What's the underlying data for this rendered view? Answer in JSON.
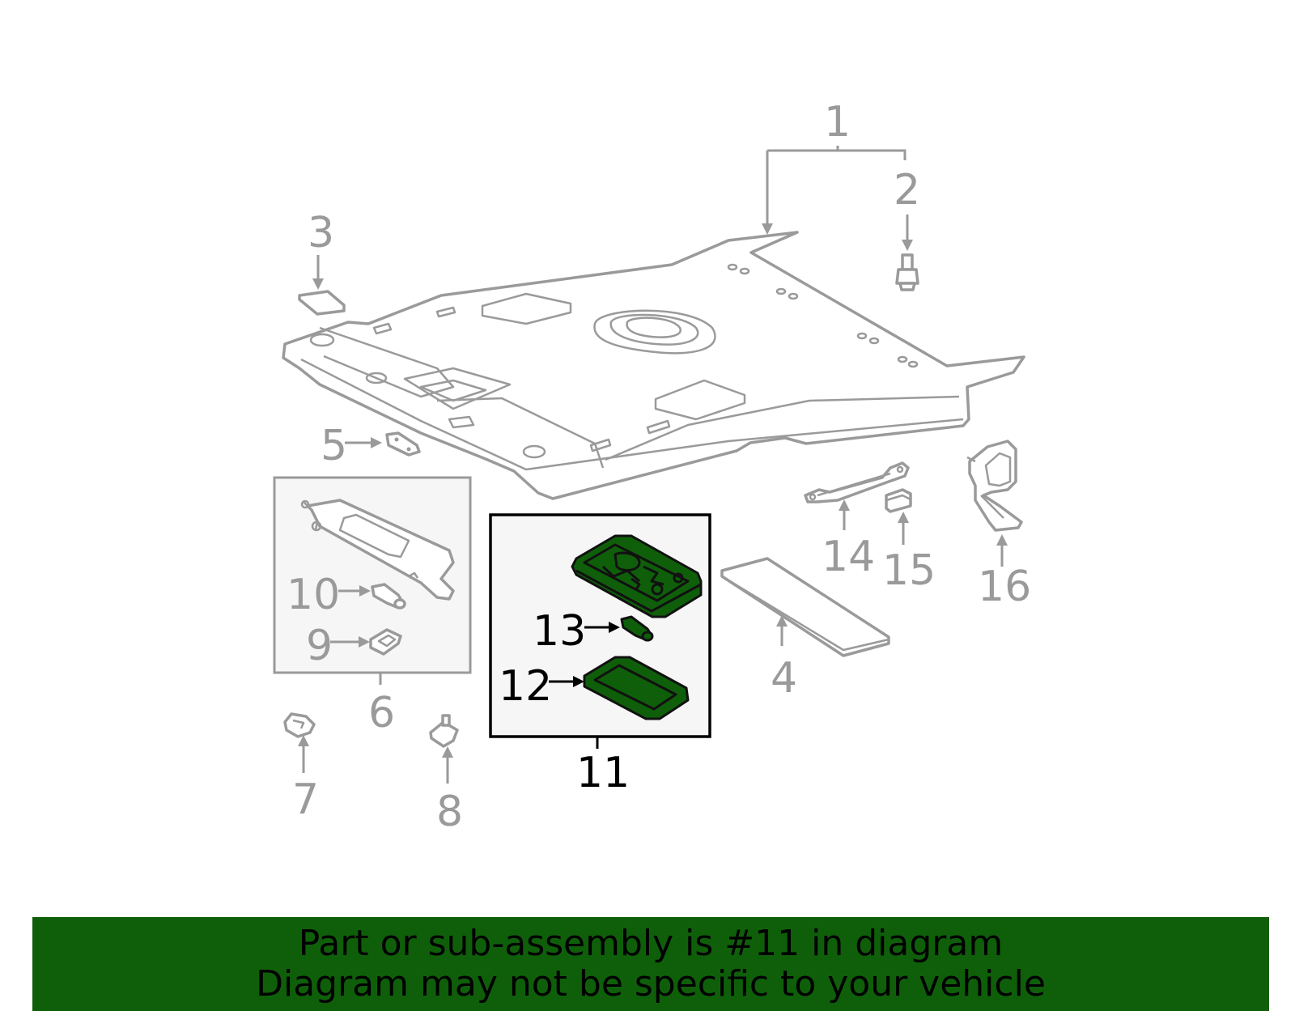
{
  "colors": {
    "highlight_fill": "#0f5f0a",
    "banner_bg": "#0f5f0a",
    "part_stroke": "#9a9a9a",
    "highlight_stroke": "#000000",
    "box_fill": "#f6f6f6"
  },
  "callouts": {
    "c1": "1",
    "c2": "2",
    "c3": "3",
    "c4": "4",
    "c5": "5",
    "c6": "6",
    "c7": "7",
    "c8": "8",
    "c9": "9",
    "c10": "10",
    "c11": "11",
    "c12": "12",
    "c13": "13",
    "c14": "14",
    "c15": "15",
    "c16": "16"
  },
  "banner": {
    "line1": "Part or sub-assembly is #11 in diagram",
    "line2": "Diagram may not be specific to your vehicle"
  }
}
